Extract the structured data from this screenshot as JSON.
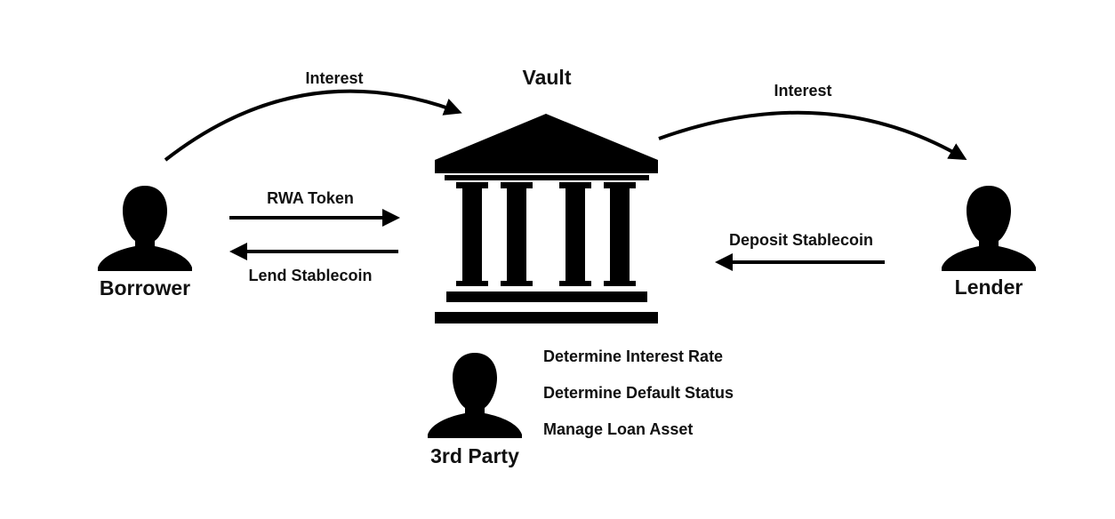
{
  "vault": {
    "title": "Vault",
    "icon": "bank-building-icon"
  },
  "actors": {
    "borrower": {
      "label": "Borrower",
      "icon": "person-silhouette-icon"
    },
    "lender": {
      "label": "Lender",
      "icon": "person-silhouette-icon"
    },
    "third_party": {
      "label": "3rd Party",
      "icon": "person-silhouette-icon"
    }
  },
  "flows": {
    "borrower_interest": "Interest",
    "lender_interest": "Interest",
    "rwa_token": "RWA Token",
    "lend_stablecoin": "Lend Stablecoin",
    "deposit_stablecoin": "Deposit Stablecoin"
  },
  "third_party_roles": [
    "Determine Interest Rate",
    "Determine Default Status",
    "Manage Loan Asset"
  ],
  "colors": {
    "ink": "#000000",
    "background": "#ffffff"
  }
}
